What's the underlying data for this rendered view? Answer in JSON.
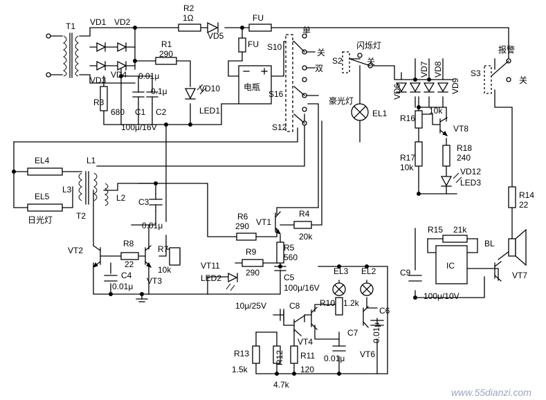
{
  "labels": {
    "T1": "T1",
    "VD1": "VD1",
    "VD2": "VD2",
    "VD3": "VD3",
    "VD4": "VD4",
    "R2": "R2",
    "R2v": "1Ω",
    "VD5": "VD5",
    "FU_top": "FU",
    "FU_mid": "FU",
    "R1": "R1",
    "R1v": "290",
    "C_small": "0.01μ",
    "C_small2": "0.1μ",
    "VD10": "VD10",
    "LED1": "LED1",
    "battery": "电瓶",
    "R3": "R3",
    "R3v": "680",
    "C1": "C1",
    "C2": "C2",
    "C1v": "100μ/16V",
    "S10": "S10",
    "S16": "S16",
    "S12": "S12",
    "dan": "单",
    "shuang": "双",
    "guan1": "关",
    "S2": "S2",
    "shanshuo": "闪烁灯",
    "guan2": "关",
    "haoguang": "豪光灯",
    "EL1": "EL1",
    "VD6": "VD6",
    "VD7": "VD7",
    "VD8": "VD8",
    "VD9": "VD9",
    "S3": "S3",
    "baojing": "报警",
    "guan3": "关",
    "R16": "R16",
    "R16v": "10k",
    "VT8": "VT8",
    "R17": "R17",
    "R17v": "10k",
    "R18": "R18",
    "R18v": "240",
    "VD12": "VD12",
    "LED3": "LED3",
    "EL4": "EL4",
    "EL5": "EL5",
    "riguang": "日光灯",
    "L1": "L1",
    "L2": "L2",
    "L3": "L3",
    "T2": "T2",
    "C3": "C3",
    "C3v": "0.01μ",
    "R6": "R6",
    "R6v": "290",
    "VT1": "VT1",
    "R4": "R4",
    "R4v": "20k",
    "R5": "R5",
    "R5v": "560",
    "VT2": "VT2",
    "R8": "R8",
    "R8v": "22",
    "R7": "R7",
    "R7v": "10k",
    "C4": "C4",
    "C4v": "0.01μ",
    "VT3": "VT3",
    "VT11": "VT11",
    "LED2": "LED2",
    "R9": "R9",
    "R9v": "290",
    "C5": "C5",
    "C5v": "100μ/16V",
    "R14": "R14",
    "R14v": "22",
    "R15": "R15",
    "R15v": "21k",
    "BL": "BL",
    "IC": "IC",
    "C9": "C9",
    "C9v": "100μ/10V",
    "VT7": "VT7",
    "EL3": "EL3",
    "EL2": "EL2",
    "C8v": "10μ/25V",
    "C8": "C8",
    "R10": "R10",
    "R10v": "1.2k",
    "C6": "C6",
    "C7": "C7",
    "VT4": "VT4",
    "C7v": "0.01μ",
    "VT6": "VT6",
    "C6v": "0.01μ",
    "R13": "R13",
    "R13v": "1.5k",
    "R12": "R12",
    "R11": "R11",
    "R11v": "120",
    "R12v": "4.7k",
    "watermark": "www.55dianzi.com"
  }
}
